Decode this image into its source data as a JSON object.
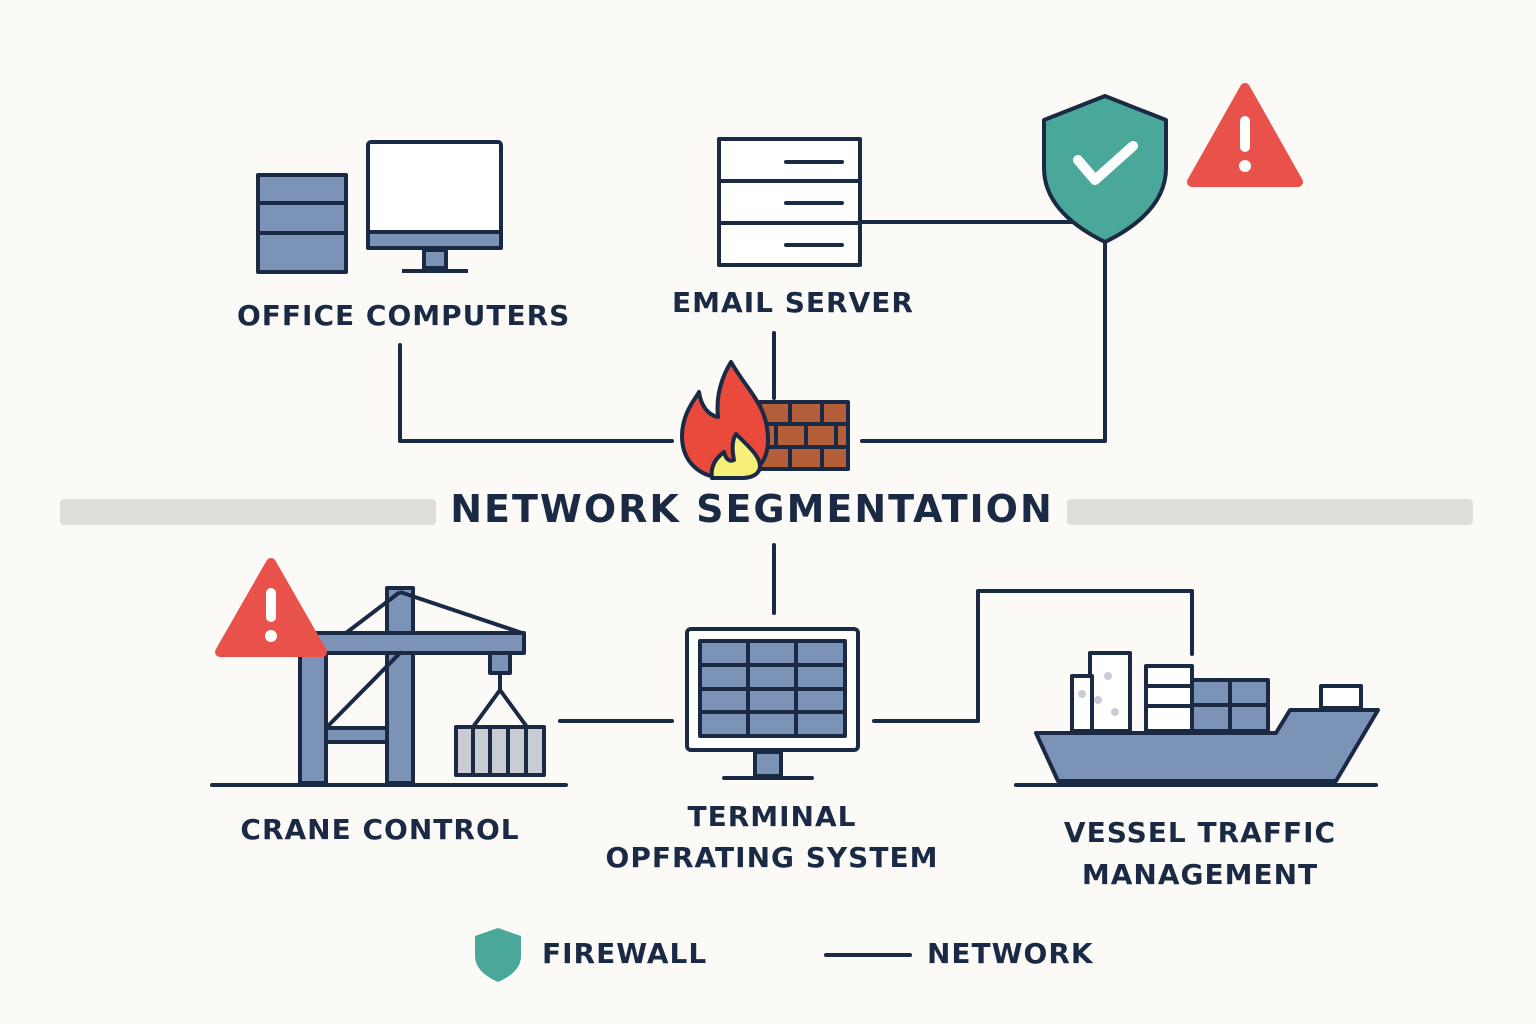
{
  "title": "NETWORK SEGMENTATION",
  "nodes": {
    "office": {
      "label": "OFFICE COMPUTERS"
    },
    "email": {
      "label": "EMAIL SERVER"
    },
    "crane": {
      "label": "CRANE CONTROL"
    },
    "tos": {
      "label_line1": "TERMINAL",
      "label_line2": "OPFRATING SYSTEM"
    },
    "vessel": {
      "label_line1": "VESSEL TRAFFIC",
      "label_line2": "MANAGEMENT"
    }
  },
  "legend": {
    "firewall_label": "FIREWALL",
    "network_label": "NETWORK"
  },
  "colors": {
    "line": "#1b2a44",
    "device_fill": "#7a93b6",
    "shield": "#4aa89a",
    "warning": "#e8524a",
    "flame": "#ea4a3c",
    "flame_inner": "#f6ef7a",
    "brick": "#b45f3a",
    "divider": "#dededb"
  }
}
